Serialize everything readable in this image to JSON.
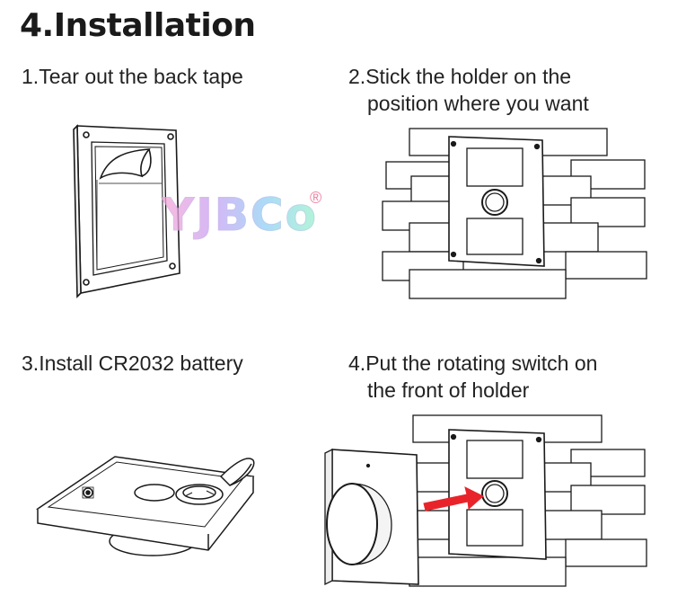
{
  "heading": "4.Installation",
  "steps": [
    {
      "num": "1.",
      "line1": "Tear out the back tape",
      "line2": ""
    },
    {
      "num": "2.",
      "line1": "Stick the holder on the",
      "line2": "position where you want"
    },
    {
      "num": "3.",
      "line1": "Install CR2032 battery",
      "line2": ""
    },
    {
      "num": "4.",
      "line1": "Put the rotating switch on",
      "line2": "the front of holder"
    }
  ],
  "watermark": {
    "text": "YJBCo",
    "mark": "®"
  },
  "colors": {
    "line": "#1a1a1a",
    "arrow": "#e8242a",
    "logo_start": "#f7a6d6",
    "logo_end": "#9af2c9"
  }
}
